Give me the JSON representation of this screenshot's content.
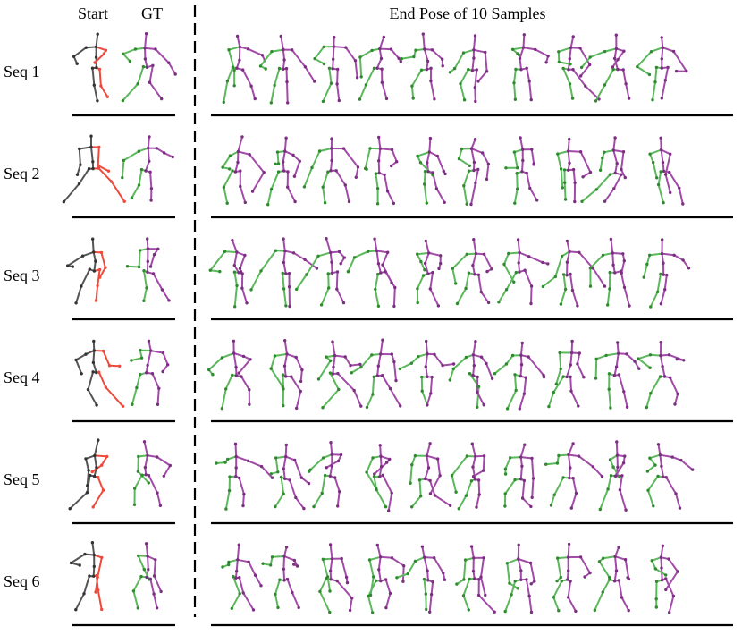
{
  "figure": {
    "headers": {
      "start": "Start",
      "gt": "GT",
      "samples": "End Pose of 10 Samples"
    },
    "rows": [
      {
        "label": "Seq 1"
      },
      {
        "label": "Seq 2"
      },
      {
        "label": "Seq 3"
      },
      {
        "label": "Seq 4"
      },
      {
        "label": "Seq 5"
      },
      {
        "label": "Seq 6"
      }
    ],
    "samples_per_row": 10,
    "colors": {
      "start_primary": "#555555",
      "start_accent": "#ee4a3c",
      "pose_left": "#5cb85c",
      "pose_right": "#a24aa8",
      "joint_left": "#2e8b2e",
      "joint_right": "#7a2f80",
      "rule": "#000000"
    }
  }
}
